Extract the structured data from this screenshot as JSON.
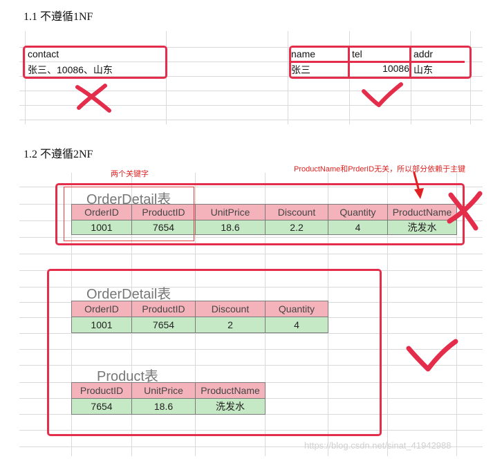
{
  "section1": {
    "heading": "1.1 不遵循1NF",
    "bad": {
      "header": "contact",
      "value": "张三、10086、山东"
    },
    "good": {
      "headers": [
        "name",
        "tel",
        "addr"
      ],
      "values": [
        "张三",
        "10086",
        "山东"
      ]
    }
  },
  "section2": {
    "heading": "1.2 不遵循2NF",
    "keys_note": "两个关键字",
    "dependency_note": "ProductName和PrderID无关，所以部分依赖于主键",
    "bad_table": {
      "title": "OrderDetail表",
      "headers": [
        "OrderID",
        "ProductID",
        "UnitPrice",
        "Discount",
        "Quantity",
        "ProductName"
      ],
      "values": [
        "1001",
        "7654",
        "18.6",
        "2.2",
        "4",
        "洗发水"
      ]
    },
    "good_table1": {
      "title": "OrderDetail表",
      "headers": [
        "OrderID",
        "ProductID",
        "Discount",
        "Quantity"
      ],
      "values": [
        "1001",
        "7654",
        "2",
        "4"
      ]
    },
    "good_table2": {
      "title": "Product表",
      "headers": [
        "ProductID",
        "UnitPrice",
        "ProductName"
      ],
      "values": [
        "7654",
        "18.6",
        "洗发水"
      ]
    }
  },
  "watermark": "https://blog.csdn.net/sinat_41942988",
  "colors": {
    "header_fill": "#f4b3bb",
    "value_fill": "#c5e9c4",
    "mark_red": "#e32d4b"
  }
}
